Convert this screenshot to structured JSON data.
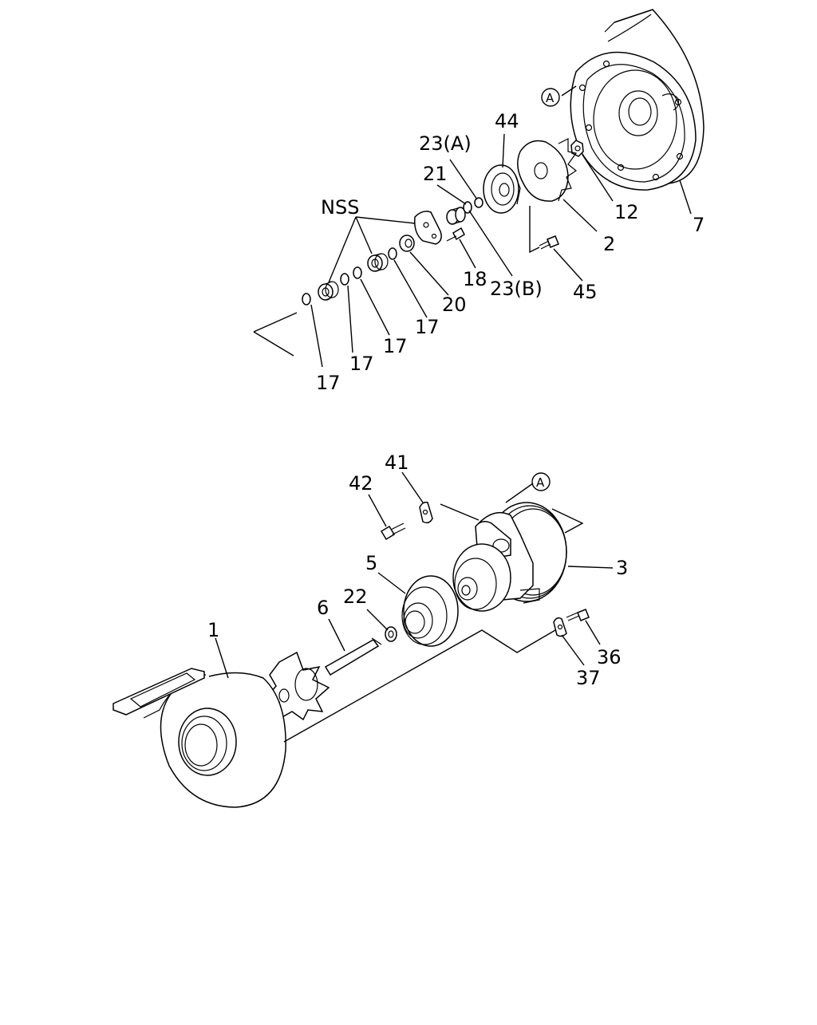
{
  "callouts": {
    "a_top": "A",
    "a_bottom": "A",
    "p7": "7",
    "p12": "12",
    "p2": "2",
    "p44": "44",
    "p23a": "23(A)",
    "p21": "21",
    "p23b": "23(B)",
    "p18": "18",
    "p45": "45",
    "p20": "20",
    "p17_a": "17",
    "p17_b": "17",
    "p17_c": "17",
    "p17_d": "17",
    "nss": "NSS",
    "p41": "41",
    "p42": "42",
    "p3": "3",
    "p5": "5",
    "p22": "22",
    "p6": "6",
    "p1": "1",
    "p36": "36",
    "p37": "37"
  }
}
